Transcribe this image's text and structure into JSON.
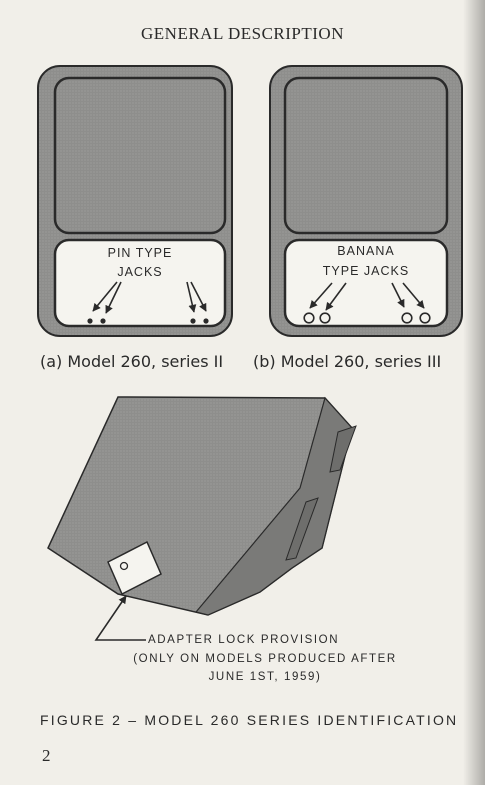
{
  "header": {
    "title": "GENERAL DESCRIPTION"
  },
  "panel_a": {
    "line1": "PIN TYPE",
    "line2": "JACKS"
  },
  "panel_b": {
    "line1": "BANANA",
    "line2": "TYPE JACKS"
  },
  "captions": {
    "a": "(a) Model 260, series II",
    "b": "(b) Model 260, series III"
  },
  "adapter_note": {
    "line1": "ADAPTER LOCK PROVISION",
    "line2": "(ONLY ON MODELS PRODUCED AFTER",
    "line3": "JUNE 1ST, 1959)"
  },
  "figure": {
    "title": "FIGURE 2 – MODEL 260 SERIES IDENTIFICATION"
  },
  "page": {
    "number": "2"
  },
  "colors": {
    "paper": "#f1efe9",
    "meter_fill": "#8e8e8c",
    "ink": "#2a2a2a"
  }
}
